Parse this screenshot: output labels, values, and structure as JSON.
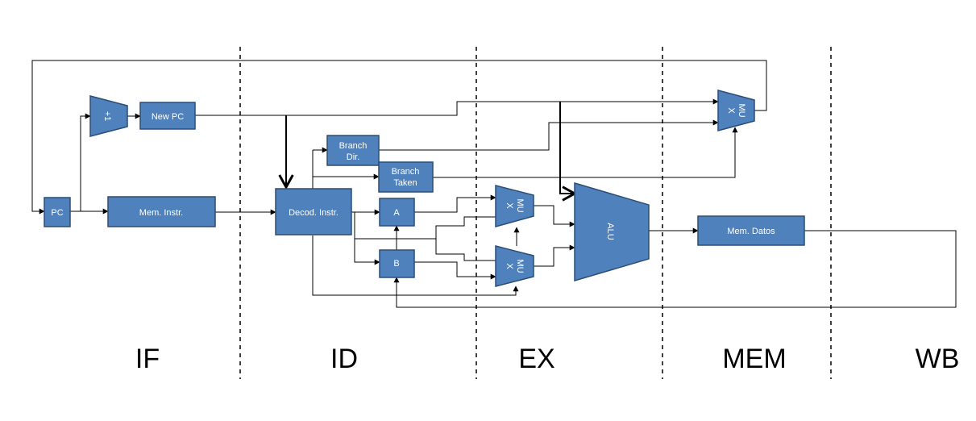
{
  "stages": [
    "IF",
    "ID",
    "EX",
    "MEM",
    "WB"
  ],
  "blocks": {
    "pc": "PC",
    "adder": "+1",
    "new_pc": "New PC",
    "mem_instr": "Mem. Instr.",
    "decod_instr": "Decod. Instr.",
    "branch_dir": [
      "Branch",
      "Dir."
    ],
    "branch_taken": [
      "Branch",
      "Taken"
    ],
    "reg_a": "A",
    "reg_b": "B",
    "mux": [
      "MU",
      "X"
    ],
    "alu": "ALU",
    "mem_datos": "Mem. Datos"
  },
  "colors": {
    "block_fill": "#4f81bd",
    "block_border": "#2c4d75",
    "block_text": "#ffffff",
    "line": "#000000"
  }
}
